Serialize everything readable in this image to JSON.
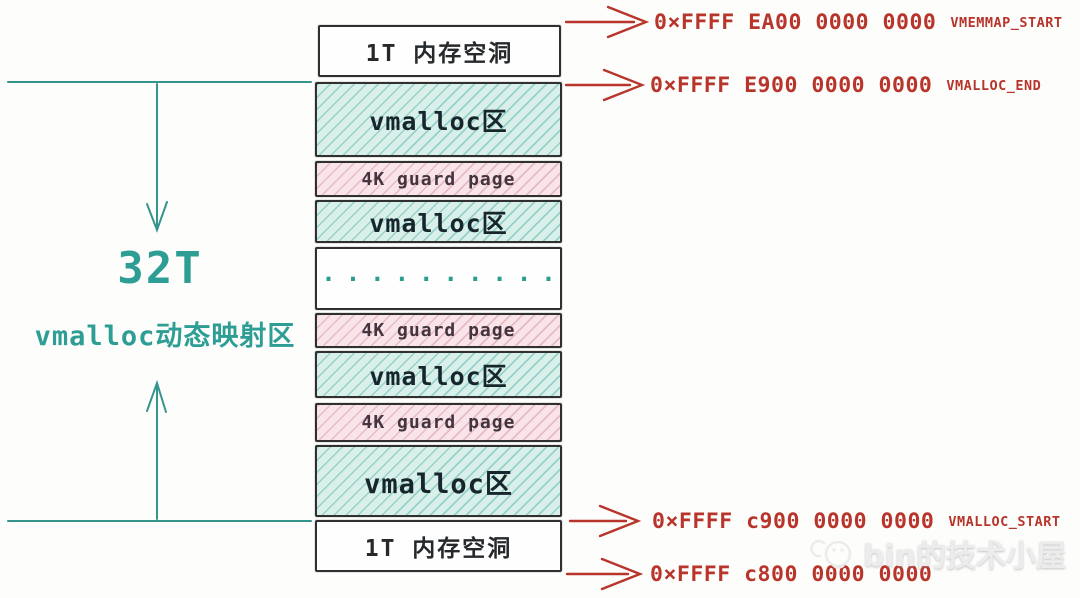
{
  "diagram": {
    "left_annotation": {
      "size_label": "32T",
      "region_label": "vmalloc动态映射区"
    },
    "column": {
      "rows": [
        {
          "type": "hole",
          "label": "1T 内存空洞"
        },
        {
          "type": "vmalloc",
          "label": "vmalloc区"
        },
        {
          "type": "guard",
          "label": "4K guard page"
        },
        {
          "type": "vmalloc",
          "label": "vmalloc区"
        },
        {
          "type": "dots",
          "label": "··········"
        },
        {
          "type": "guard",
          "label": "4K guard page"
        },
        {
          "type": "vmalloc",
          "label": "vmalloc区"
        },
        {
          "type": "guard",
          "label": "4K guard page"
        },
        {
          "type": "vmalloc",
          "label": "vmalloc区"
        },
        {
          "type": "hole",
          "label": "1T 内存空洞"
        }
      ]
    },
    "address_annotations": [
      {
        "address": "0×FFFF EA00 0000 0000",
        "name": "VMEMMAP_START"
      },
      {
        "address": "0×FFFF E900 0000 0000",
        "name": "VMALLOC_END"
      },
      {
        "address": "0×FFFF c900 0000 0000",
        "name": "VMALLOC_START"
      },
      {
        "address": "0×FFFF c800 0000 0000",
        "name": ""
      }
    ],
    "watermark": {
      "text": "bin的技术小屋"
    },
    "colors": {
      "teal_accent": "#2e9e95",
      "red_accent": "#b8352c",
      "vmalloc_fill": "#d9f0ea",
      "guard_fill": "#f8e4e9",
      "border": "#303030"
    }
  }
}
